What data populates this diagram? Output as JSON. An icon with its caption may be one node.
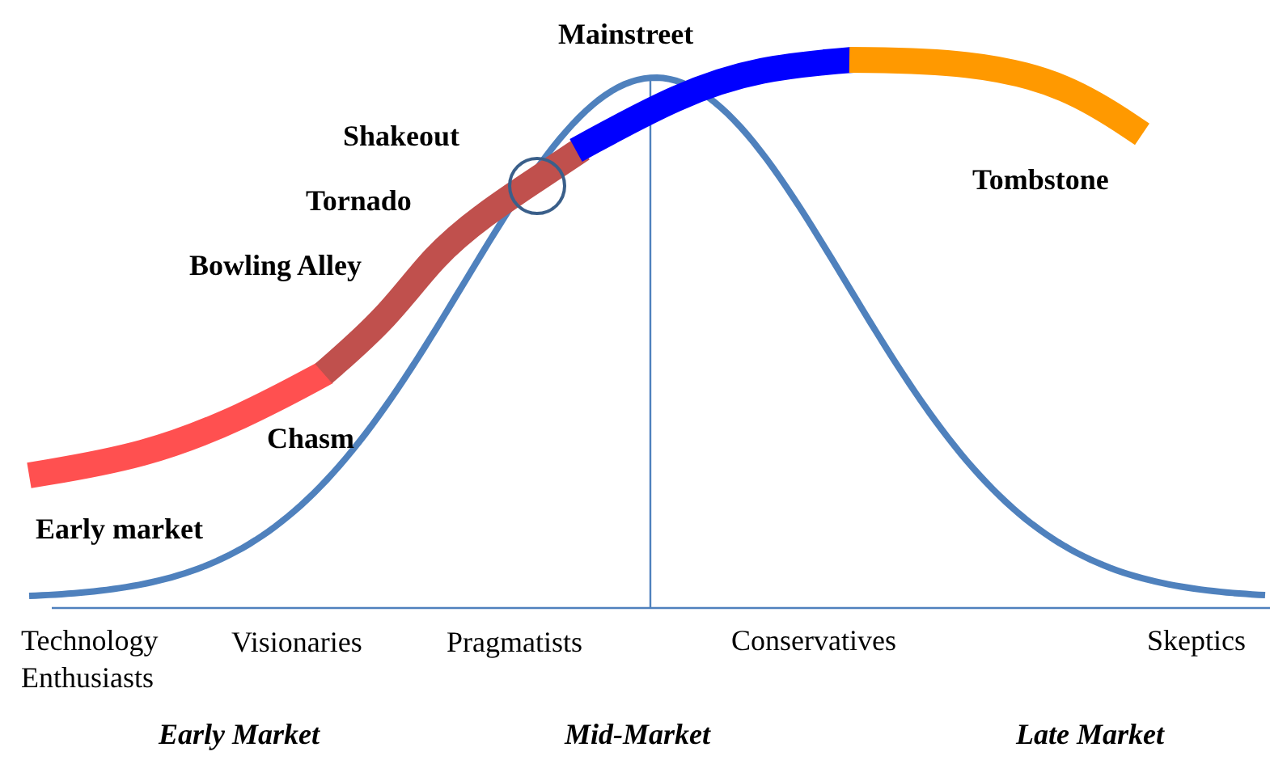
{
  "diagram": {
    "labels": [
      "Mainstreet",
      "Shakeout",
      "Tombstone",
      "Tornado",
      "Bowling Alley",
      "Chasm",
      "Early market",
      "Technology Enthusiasts",
      "Visionaries",
      "Pragmatists",
      "Conservatives",
      "Skeptics",
      "Early Market",
      "Mid-Market",
      "Late Market"
    ]
  }
}
